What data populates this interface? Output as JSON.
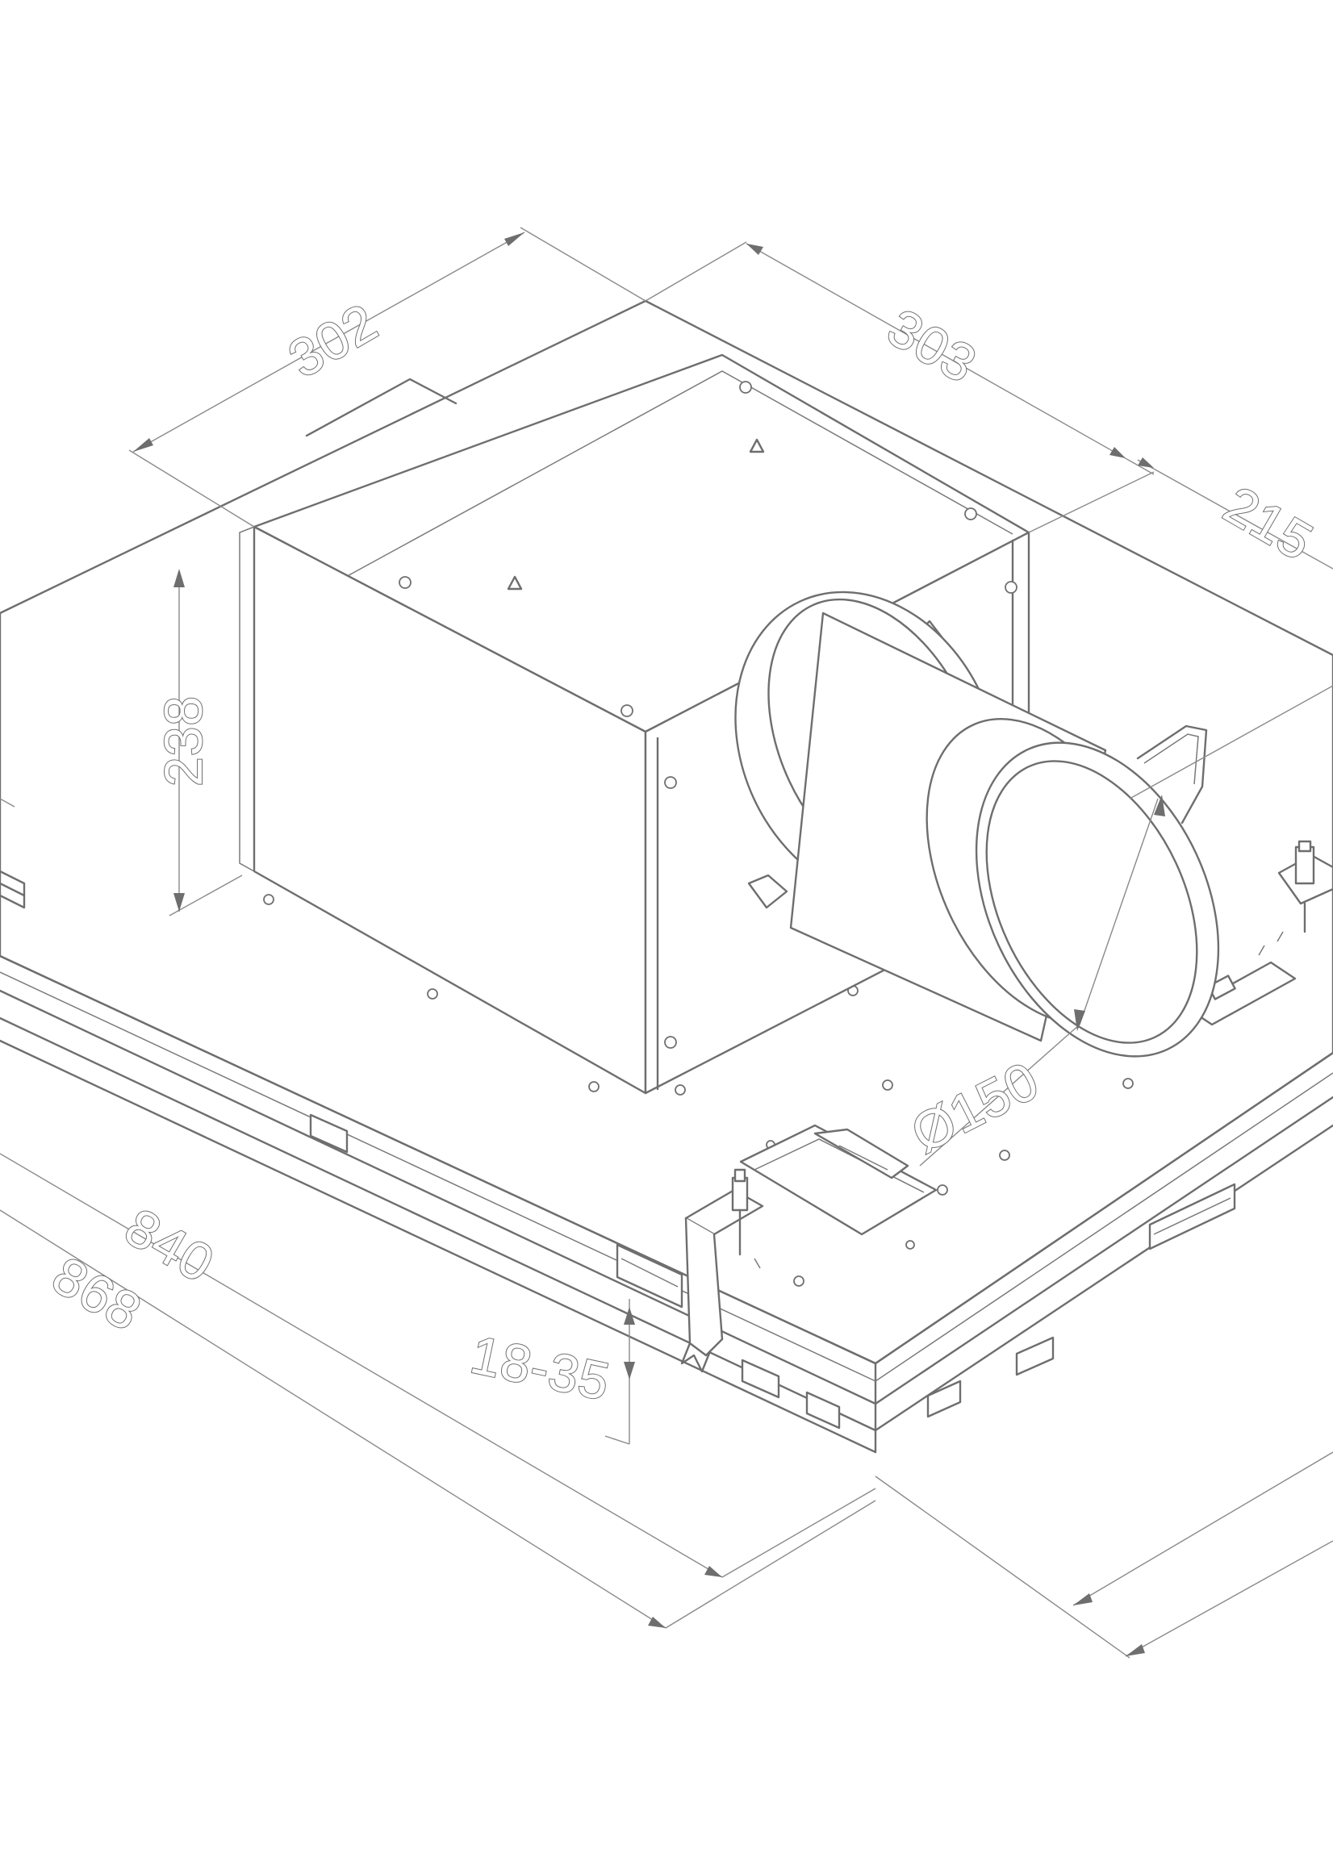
{
  "drawing": {
    "dimensions": {
      "top_depth": "302",
      "top_width": "303",
      "side_offset": "215",
      "height": "238",
      "duct_diameter": "Ø150",
      "inner_length": "840",
      "outer_length": "868",
      "mount_range": "18-35"
    }
  }
}
